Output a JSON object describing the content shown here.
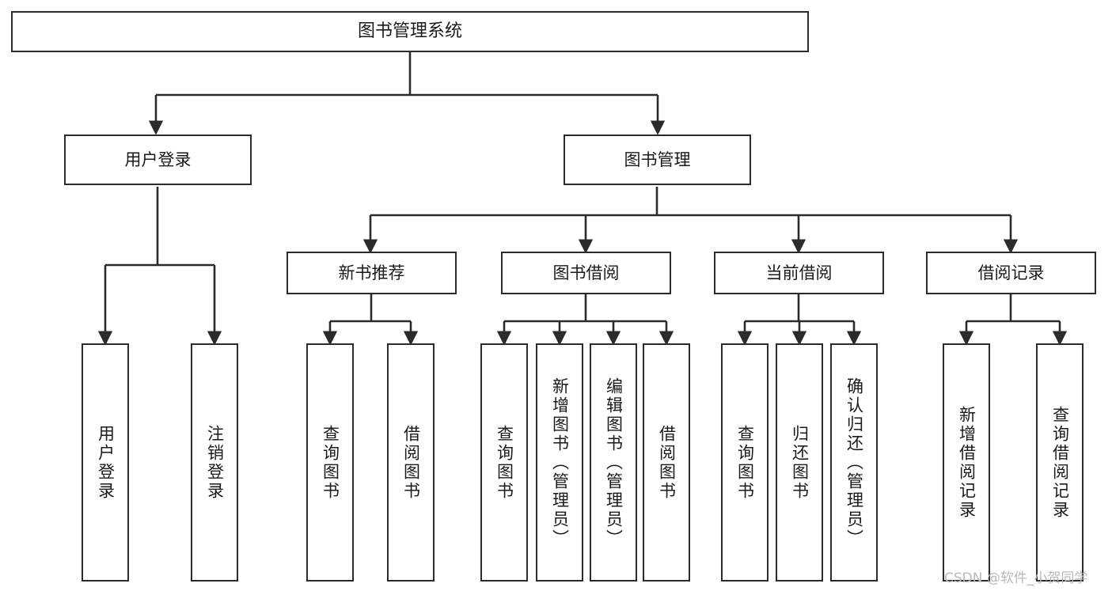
{
  "diagram": {
    "title": "图书管理系统",
    "watermark": "CSDN @软件_小贺同学",
    "colors": {
      "background": "#ffffff",
      "node_border": "#2b2b2b",
      "node_fill": "#ffffff",
      "edge": "#2b2b2b",
      "text": "#1a1a1a",
      "watermark": "#b9b9b9"
    },
    "levels": {
      "root": "图书管理系统",
      "level2": [
        "用户登录",
        "图书管理"
      ],
      "level3": [
        "新书推荐",
        "图书借阅",
        "当前借阅",
        "借阅记录"
      ]
    },
    "nodes": {
      "root": "图书管理系统",
      "user_login": "用户登录",
      "book_manage": "图书管理",
      "new_book_rec": "新书推荐",
      "book_borrow": "图书借阅",
      "current_borrow": "当前借阅",
      "borrow_record": "借阅记录",
      "login_user": "用户登录",
      "logout_user": "注销登录",
      "rec_query_book": "查询图书",
      "rec_borrow_book": "借阅图书",
      "bb_query_book": "查询图书",
      "bb_add_book": "新增图书（管理员）",
      "bb_edit_book": "编辑图书（管理员）",
      "bb_borrow_book": "借阅图书",
      "cb_query_book": "查询图书",
      "cb_return_book": "归还图书",
      "cb_confirm_return": "确认归还（管理员）",
      "br_add_record": "新增借阅记录",
      "br_query_record": "查询借阅记录"
    },
    "structure": [
      {
        "label": "图书管理系统",
        "children": [
          {
            "label": "用户登录",
            "children": [
              {
                "label": "用户登录"
              },
              {
                "label": "注销登录"
              }
            ]
          },
          {
            "label": "图书管理",
            "children": [
              {
                "label": "新书推荐",
                "children": [
                  {
                    "label": "查询图书"
                  },
                  {
                    "label": "借阅图书"
                  }
                ]
              },
              {
                "label": "图书借阅",
                "children": [
                  {
                    "label": "查询图书"
                  },
                  {
                    "label": "新增图书（管理员）"
                  },
                  {
                    "label": "编辑图书（管理员）"
                  },
                  {
                    "label": "借阅图书"
                  }
                ]
              },
              {
                "label": "当前借阅",
                "children": [
                  {
                    "label": "查询图书"
                  },
                  {
                    "label": "归还图书"
                  },
                  {
                    "label": "确认归还（管理员）"
                  }
                ]
              },
              {
                "label": "借阅记录",
                "children": [
                  {
                    "label": "新增借阅记录"
                  },
                  {
                    "label": "查询借阅记录"
                  }
                ]
              }
            ]
          }
        ]
      }
    ]
  }
}
